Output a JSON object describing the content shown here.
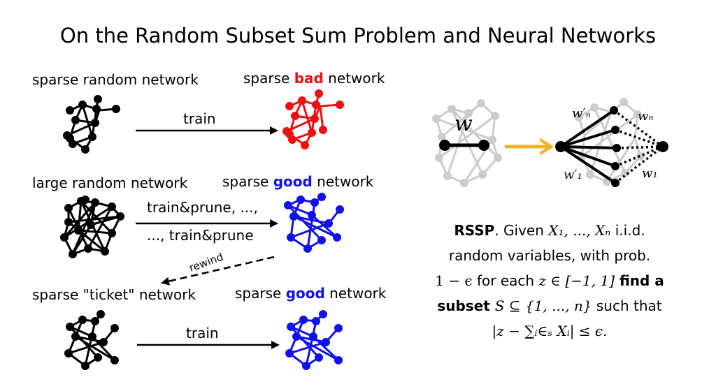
{
  "title": "On the Random Subset Sum Problem and Neural Networks",
  "row1": {
    "left_label": "sparse random network",
    "arrow_label": "train",
    "right_label_pre": "sparse ",
    "right_label_word": "bad",
    "right_label_post": " network"
  },
  "row2": {
    "left_label": "large random network",
    "arrow_label_top": "train&prune, ...,",
    "arrow_label_bottom": "..., train&prune",
    "right_label_pre": "sparse ",
    "right_label_word": "good",
    "right_label_post": " network",
    "rewind_label": "rewind"
  },
  "row3": {
    "left_label": "sparse \"ticket\" network",
    "arrow_label": "train",
    "right_label_pre": "sparse ",
    "right_label_word": "good",
    "right_label_post": " network"
  },
  "weights": {
    "w": "w",
    "w_n_prime": "w′ₙ",
    "w_n": "wₙ",
    "w_1_prime": "w′₁",
    "w_1": "w₁"
  },
  "rssp": {
    "head": "RSSP",
    "line1_a": ". Given ",
    "line1_vars": "X₁, ..., Xₙ",
    "line1_b": " i.i.d.",
    "line2": "random variables, with prob.",
    "line3_a": "1 − ϵ",
    "line3_b": " for each ",
    "line3_c": "z ∈ [−1, 1]",
    "line3_bold": " find a",
    "line4_bold": "subset ",
    "line4_a": "S ⊆ {1, ..., n}",
    "line4_b": " such that",
    "line5": "|z − ∑ᵢ∈ₛ Xᵢ| ≤ ϵ."
  },
  "colors": {
    "black": "#000000",
    "red": "#ee1111",
    "blue": "#1111ee",
    "gray": "#cccccc",
    "yellow": "#f0b429"
  }
}
